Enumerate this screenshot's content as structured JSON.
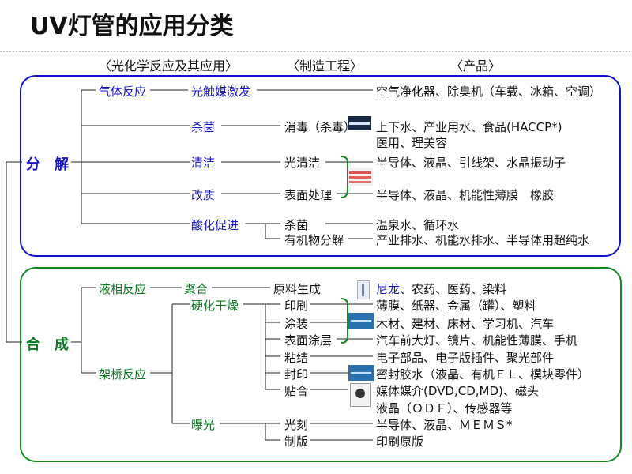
{
  "title": "UV灯管的应用分类",
  "headers": {
    "photochem": "〈光化学反应及其应用〉",
    "manufacturing": "〈制造工程〉",
    "products": "〈产品〉"
  },
  "decompose": {
    "label": "分　解",
    "gas": "气体反应",
    "photocatalyst": "光触媒激发",
    "products_air": "空气净化器、除臭机（车载、冰箱、空调）",
    "sterilize": "杀菌",
    "disinfect": "消毒（杀毒）",
    "products_water1": "上下水、产业用水、食品(HACCP*)",
    "products_water2": "医用、理美容",
    "clean": "清洁",
    "photo_clean": "光清洁",
    "products_clean": "半导体、液晶、引线架、水晶振动子",
    "modify": "改质",
    "surface_treat": "表面处理",
    "products_modify": "半导体、液晶、机能性薄膜　橡胶",
    "acid": "酸化促进",
    "acid_sterilize": "杀菌",
    "products_hotwater": "温泉水、循环水",
    "organic": "有机物分解",
    "products_drain": "产业排水、机能水排水、半导体用超纯水"
  },
  "synthesis": {
    "label": "合　成",
    "liquid": "液相反应",
    "polymer": "聚合",
    "raw": "原料生成",
    "products_raw_a": "尼龙",
    "products_raw_b": "、农药、医药、染料",
    "crosslink": "架桥反应",
    "cure": "硬化干燥",
    "print": "印刷",
    "products_print": "薄膜、纸器、金属（罐）、塑料",
    "coat": "涂装",
    "products_coat": "木材、建材、床材、学习机、汽车",
    "surface_coat": "表面涂层",
    "products_surface": "汽车前大灯、镜片、机能性薄膜、手机",
    "adhere": "粘结",
    "products_adhere": "电子部品、电子版插件、聚光部件",
    "seal": "封印",
    "products_seal": "密封胶水（液晶、有机ＥＬ、模块零件）",
    "bond": "贴合",
    "products_bond1": "媒体媒介(DVD,CD,MD)、磁头",
    "products_bond2": "液晶（ＯＤＦ）、传感器等",
    "expose": "曝光",
    "litho": "光刻",
    "products_litho": "半导体、液晶、ＭＥＭＳ*",
    "plate": "制版",
    "products_plate": "印刷原版"
  },
  "colors": {
    "blue": "#1414c8",
    "green": "#0a7a20",
    "decompose_border": "#1010d0",
    "synthesis_border": "#108a20"
  }
}
